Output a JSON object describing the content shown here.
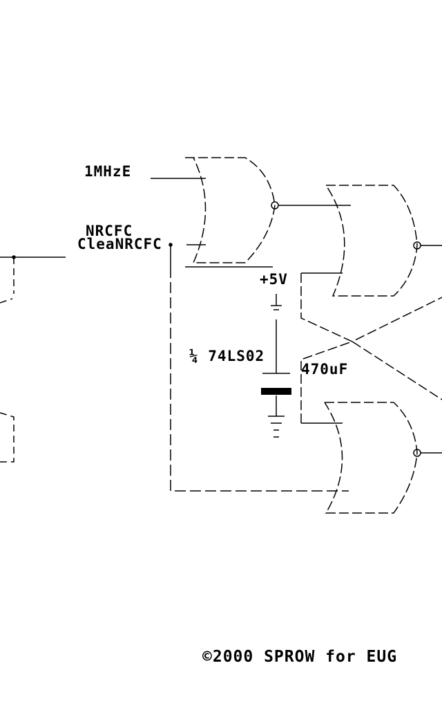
{
  "diagram": {
    "colors": {
      "ink": "#000000",
      "paper": "#ffffff"
    },
    "labels": {
      "input_a": "1MHzE",
      "input_b": "NRCFC",
      "overlap_text": "CleaNRCFC",
      "supply": "+5V",
      "chip": "¼ 74LS02",
      "component": "470uF",
      "copyright": "©2000 SPROW for EUG"
    }
  }
}
